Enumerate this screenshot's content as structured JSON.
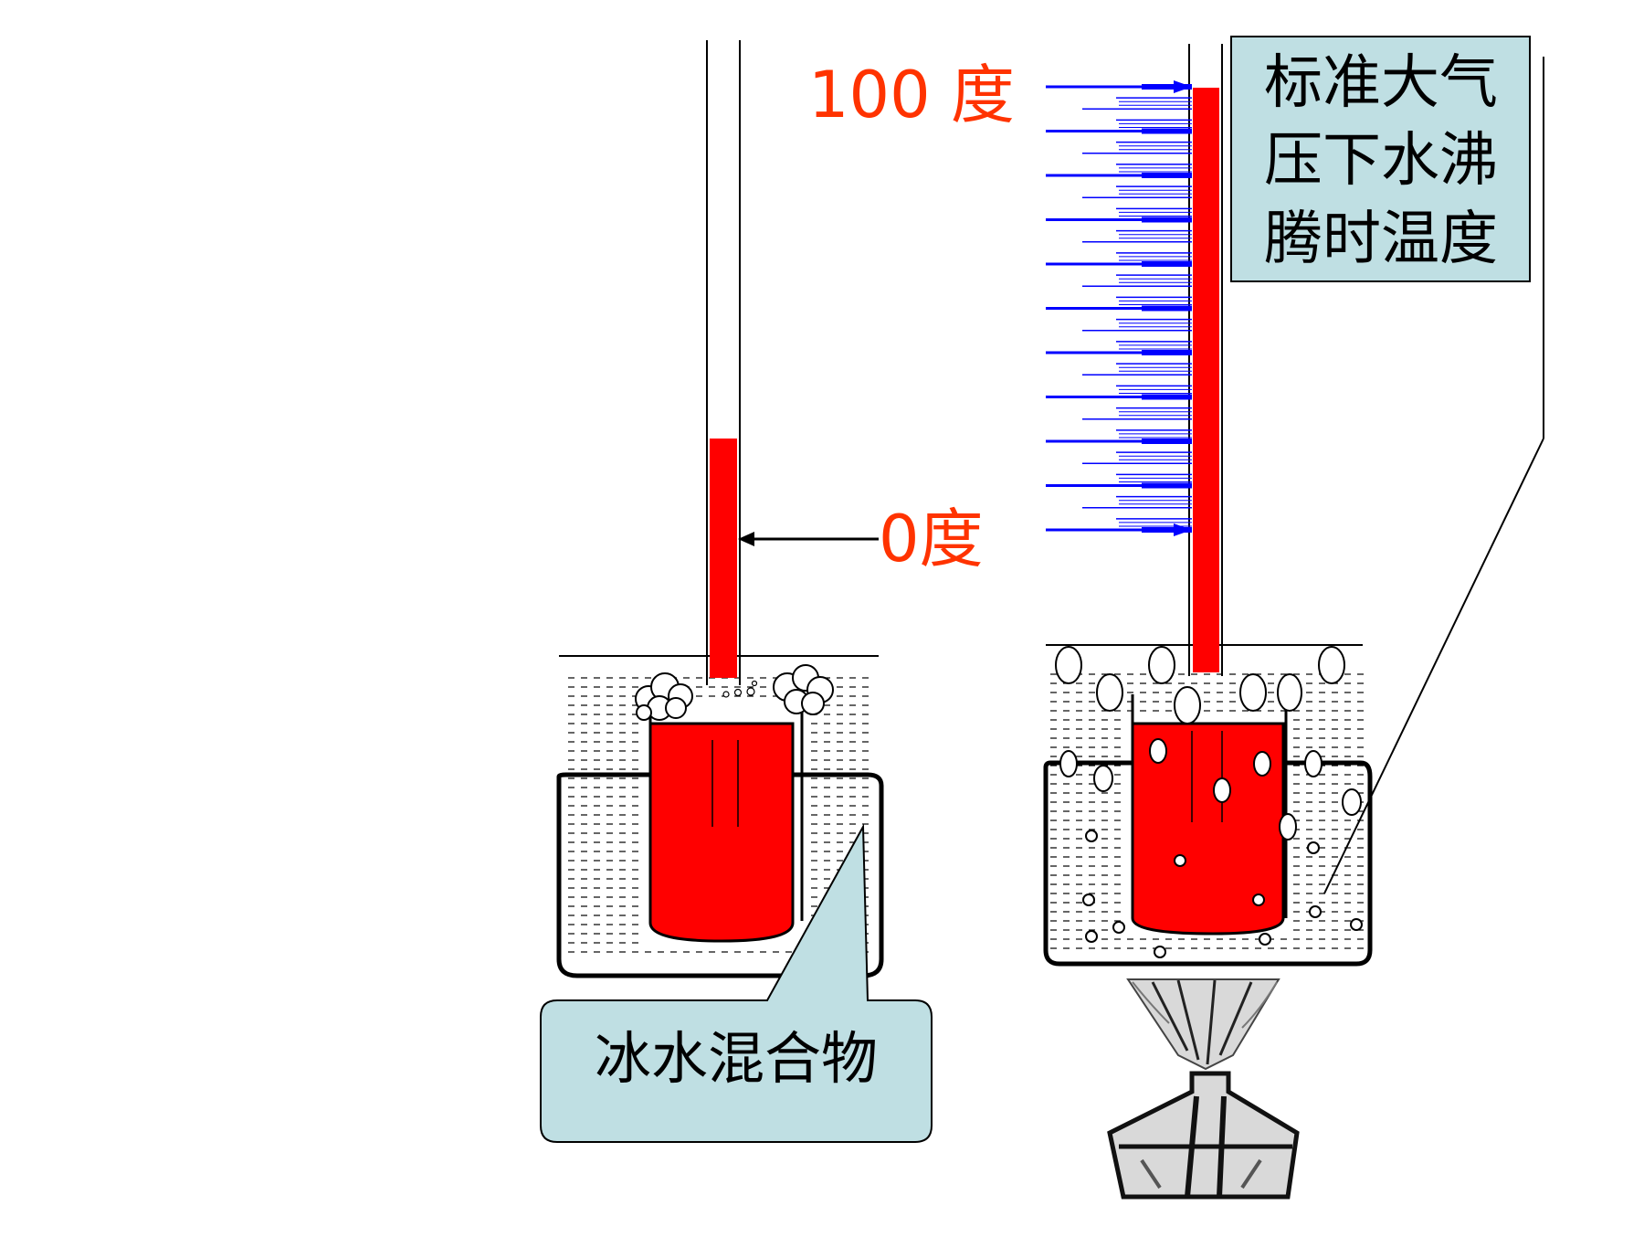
{
  "labels": {
    "zero": "0度",
    "hundred": "100 度",
    "ice_water": "冰水混合物",
    "boiling_line1": "标准大气",
    "boiling_line2": "压下水沸",
    "boiling_line3": "腾时温度"
  },
  "colors": {
    "mercury": "#ff0000",
    "label_red": "#ff3300",
    "scale_blue": "#0000ff",
    "callout_fill": "#bfdfe3",
    "ink": "#000000"
  },
  "scale": {
    "major_ticks": 11,
    "minor_per_major": 4
  }
}
